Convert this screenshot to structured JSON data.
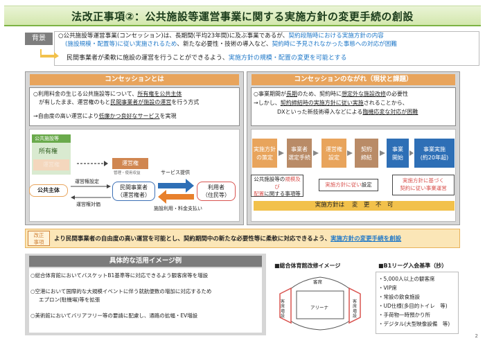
{
  "title": "法改正事項②：公共施設等運営事業に関する実施方針の変更手続の創設",
  "background": {
    "label": "背景",
    "line1_a": "○公共施設等運営事業(コンセッション)は、長期間(平均23年間)に及ぶ事業であるが、",
    "line1_b": "契約段階時における実施方針の内容",
    "line2_a": "(施設規模・配置等)に従い実施されるため",
    "line2_b": "、新たな必要性・技術の導入など、",
    "line2_c": "契約時に予見されなかった事態への対応が困難",
    "line3_a": "民間事業者が柔軟に施設の運営を行うことができるよう、",
    "line3_b": "実施方針の規模・配置の変更を可能とする"
  },
  "left_panel": {
    "header": "コンセッションとは",
    "p1_a": "○利用料金の生じる公共施設等について、",
    "p1_b": "所有権を公共主体",
    "p1_c": "が有したまま、運営権のもと",
    "p1_d": "民間事業者が施設の運営",
    "p1_e": "を行う方式",
    "p2_a": "→自由度の高い運営により",
    "p2_b": "低廉かつ良好なサービス",
    "p2_c": "を実現",
    "diagram": {
      "facility_label": "公共施設等",
      "ownership": "所有権",
      "operating_right_faded": "運営権",
      "operating_right": "運営権",
      "operating_right_sub": "管理・使用収益",
      "public_entity": "公共主体",
      "operator_line1": "民間事業者",
      "operator_line2": "（運営権者）",
      "user_line1": "利用者",
      "user_line2": "（住民等）",
      "set_right": "運営権設定",
      "consideration": "運営権対価",
      "service": "サービス提供",
      "fee": "施設利用・料金支払い"
    }
  },
  "right_panel": {
    "header": "コンセッションのながれ（現状と課題）",
    "p1_a": "○事業期間が",
    "p1_b": "長期",
    "p1_c": "のため、契約時に",
    "p1_d": "想定外な施設改修",
    "p1_e": "の必要性",
    "p2_a": "→しかし、",
    "p2_b": "契約締結時の実施方針に従い実施",
    "p2_c": "されることから、",
    "p3_a": "DXといった新技術導入などによる",
    "p3_b": "臨機応変な対応が困難",
    "flow": [
      {
        "line1": "実施方針",
        "line2": "の策定"
      },
      {
        "line1": "事業者",
        "line2": "選定手続"
      },
      {
        "line1": "運営権",
        "line2": "設定"
      },
      {
        "line1": "契約",
        "line2": "締結"
      },
      {
        "line1": "事業",
        "line2": "開始"
      },
      {
        "line1": "事業実施",
        "line2": "(約20年超)"
      }
    ],
    "callout1_a": "公共施設等の",
    "callout1_b": "規模及び",
    "callout1_c": "配置",
    "callout1_d": "に関する事項等",
    "callout2_a": "実施方針に従い",
    "callout2_b": "設定",
    "callout3_a": "実施方針に基づく",
    "callout3_b": "契約に従い事業運営",
    "bar_label": "実施方針は",
    "bar_value": "変　更　不　可"
  },
  "revision": {
    "label_line1": "改正",
    "label_line2": "事項",
    "text_a": "より民間事業者の自由度の高い運営を可能とし、契約期間中の新たな必要性等に柔軟に対応できるよう、",
    "text_b": "実施方針の変更手続を創設"
  },
  "examples": {
    "header": "具体的な活用イメージ例",
    "item1": "○総合体育館においてバスケットB1基準等に対応できるよう観客席等を増設",
    "item2_a": "○空港において国際的な大規模イベントに伴う就航便数の増加に対応するため",
    "item2_b": "エプロン(駐機場)等を拡張",
    "item3": "○美術館においてバリアフリー等の要請に配慮し、通路の拡幅・EV増設"
  },
  "gym": {
    "title": "■総合体育館改修イメージ",
    "seats_top": "客席",
    "arena": "アリーナ",
    "added_left": "客席増設",
    "added_right": "客席増設"
  },
  "b1": {
    "title": "■B1リーグ入会基準（抄）",
    "items": [
      "・5,000人以上の観客席",
      "・VIP席",
      "・常設の飲食施設",
      "・UD仕様(多目的トイレ　等)",
      "・手荷物一時預かり所",
      "・デジタル(大型映像設備　等)"
    ]
  },
  "page_number": "2"
}
